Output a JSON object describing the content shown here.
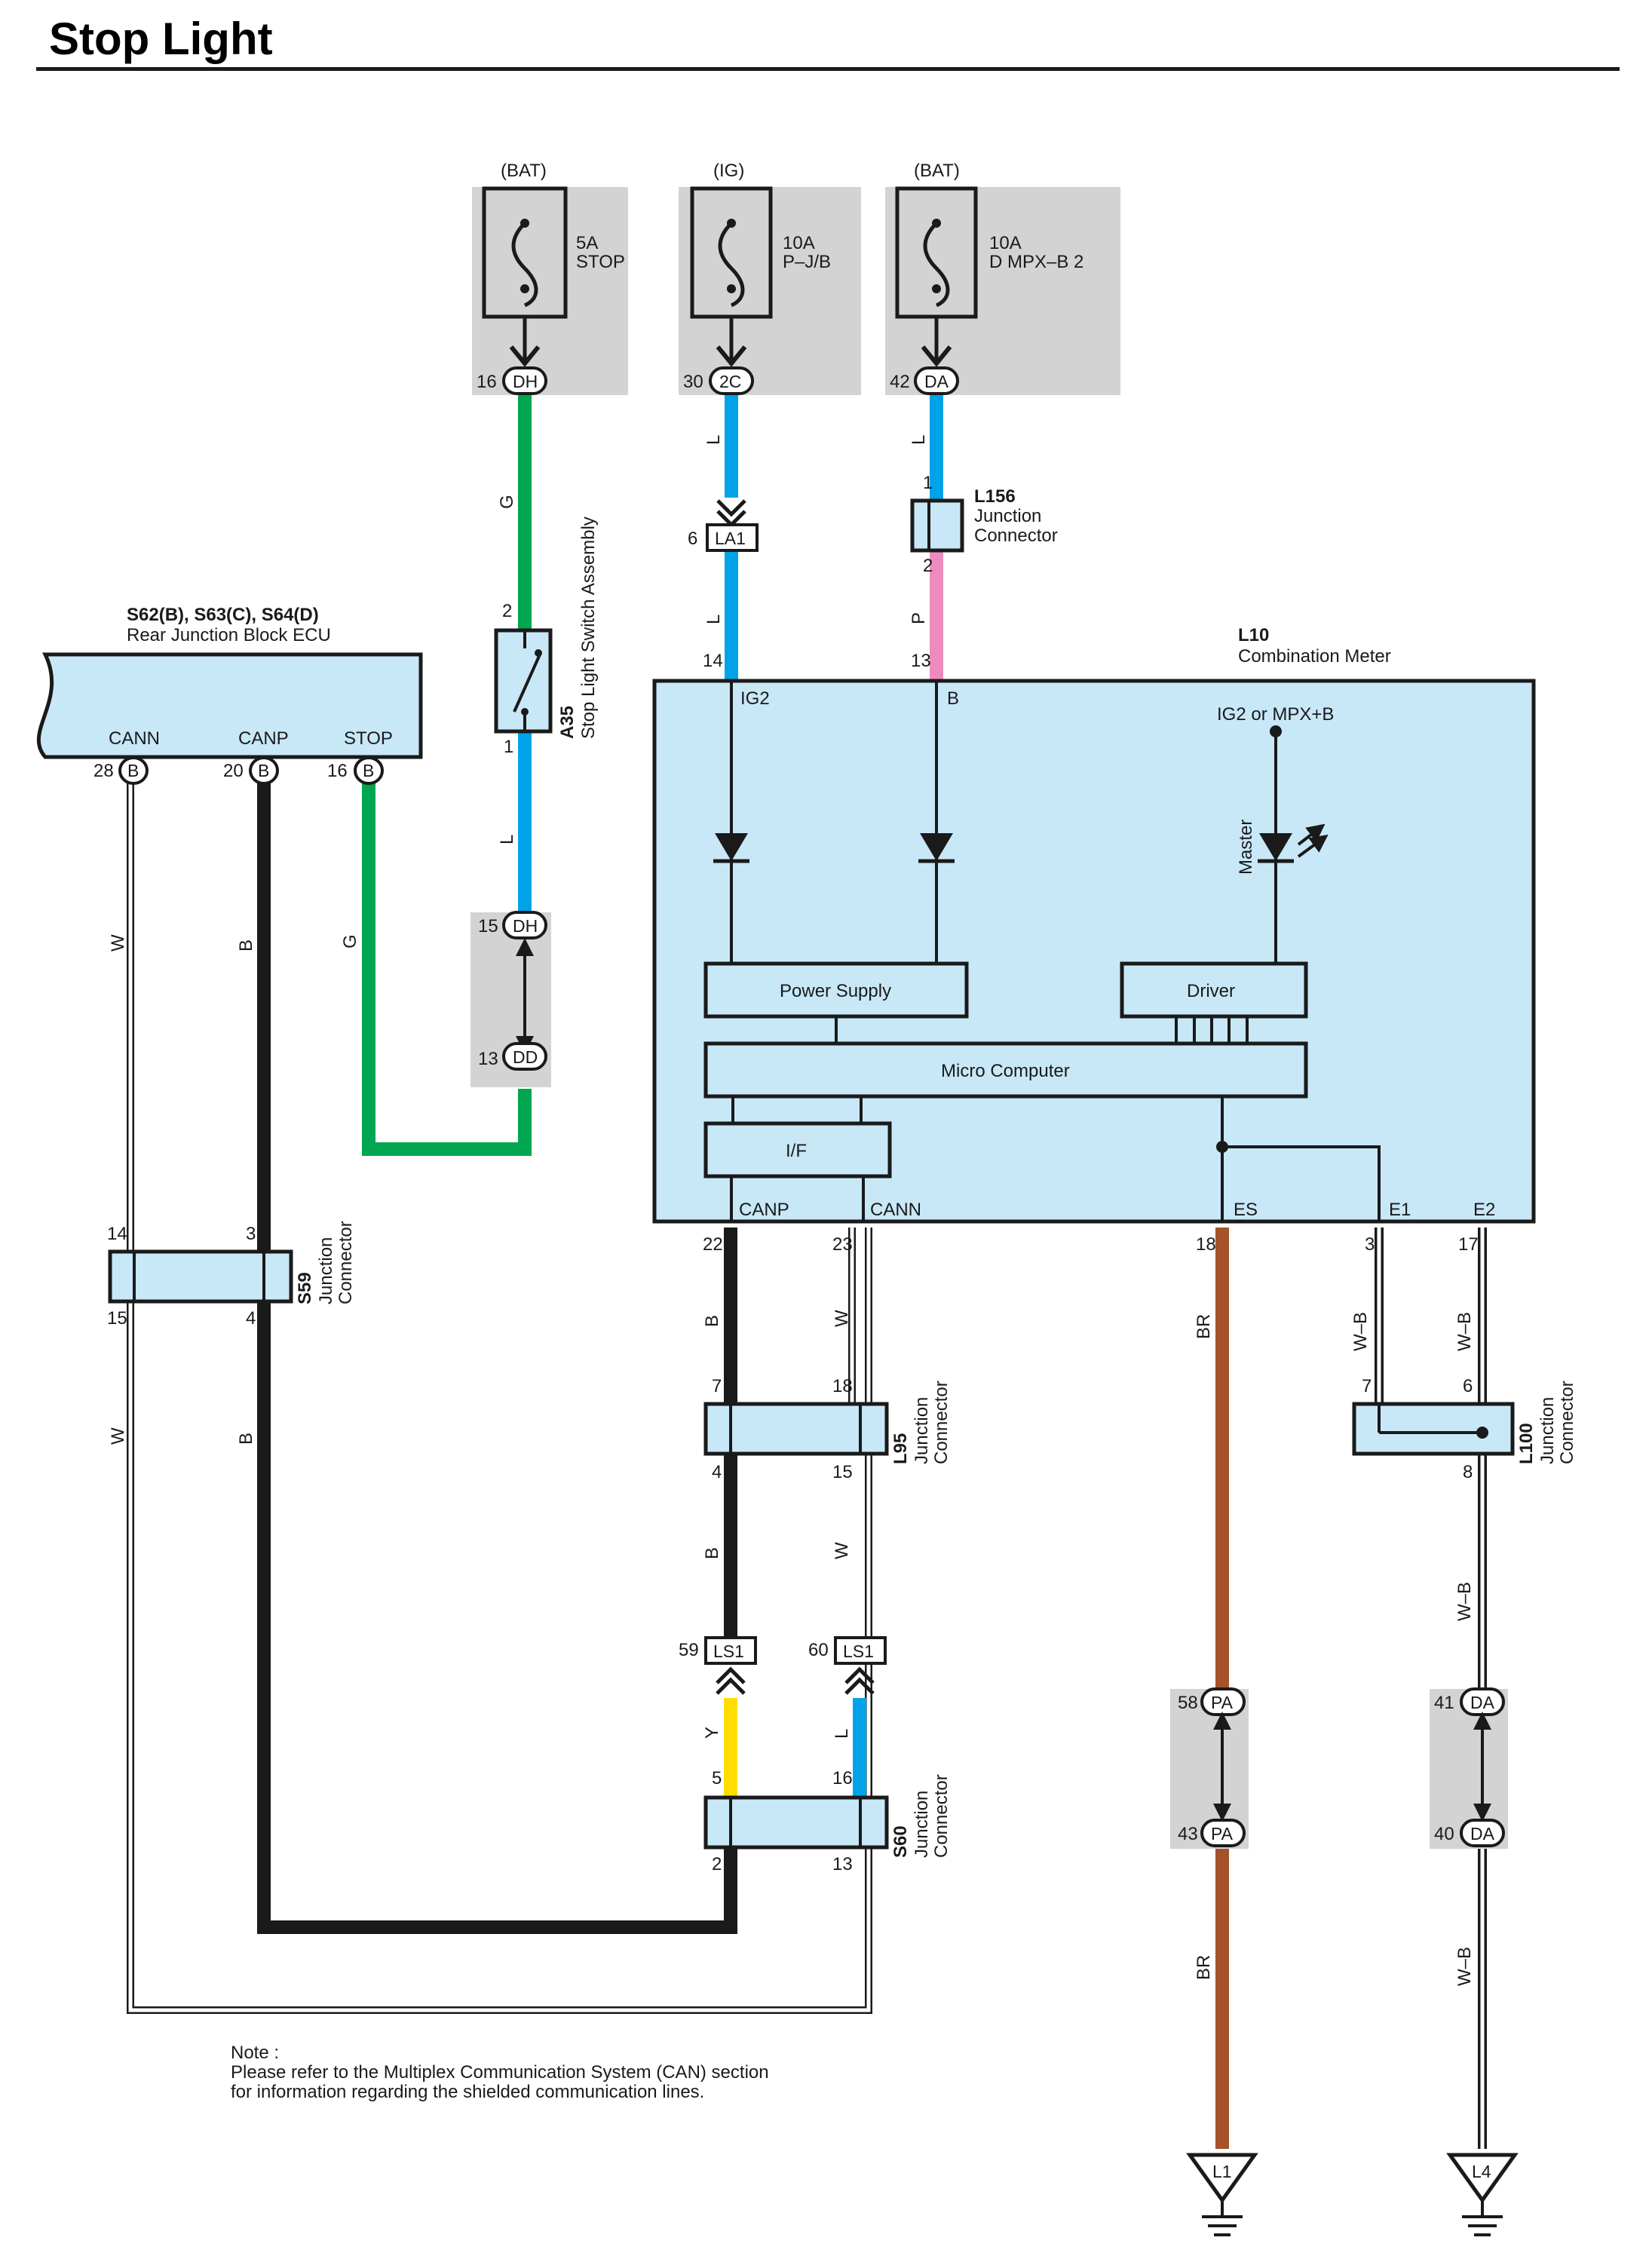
{
  "page": {
    "title": "Stop Light"
  },
  "colors": {
    "green": "#00A650",
    "blue": "#00A3E8",
    "pink": "#EE8BBE",
    "black": "#1a1a1a",
    "brown": "#A5522A",
    "yellow": "#FFDD00",
    "box_fill": "#C8E8F8",
    "shade": "#D3D3D3"
  },
  "fuses": [
    {
      "source": "(BAT)",
      "rating": "5A",
      "name": "STOP",
      "pin": "16",
      "conn": "DH"
    },
    {
      "source": "(IG)",
      "rating": "10A",
      "name": "P–J/B",
      "pin": "30",
      "conn": "2C"
    },
    {
      "source": "(BAT)",
      "rating": "10A",
      "name": "D MPX–B 2",
      "pin": "42",
      "conn": "DA"
    }
  ],
  "rear_ecu": {
    "title": "S62(B), S63(C), S64(D)",
    "subtitle": "Rear Junction Block ECU",
    "terms": [
      {
        "label": "CANN",
        "pin": "28",
        "conn": "B"
      },
      {
        "label": "CANP",
        "pin": "20",
        "conn": "B"
      },
      {
        "label": "STOP",
        "pin": "16",
        "conn": "B"
      }
    ]
  },
  "stop_switch": {
    "code": "A35",
    "name": "Stop Light Switch Assembly",
    "pin_top": "2",
    "pin_bot": "1"
  },
  "dh_dd": {
    "top_pin": "15",
    "top_conn": "DH",
    "bot_pin": "13",
    "bot_conn": "DD"
  },
  "la1": {
    "pin": "6",
    "conn": "LA1"
  },
  "l156": {
    "code": "L156",
    "name1": "Junction",
    "name2": "Connector",
    "pin_top": "1",
    "pin_bot": "2"
  },
  "meter": {
    "code": "L10",
    "name": "Combination Meter",
    "pin_ig2": "14",
    "pin_b": "13",
    "ig2": "IG2",
    "b": "B",
    "mpx": "IG2 or MPX+B",
    "master": "Master",
    "power_supply": "Power Supply",
    "driver": "Driver",
    "micro": "Micro Computer",
    "if": "I/F",
    "canp": "CANP",
    "cann": "CANN",
    "es": "ES",
    "e1": "E1",
    "e2": "E2",
    "pin_canp": "22",
    "pin_cann": "23",
    "pin_es": "18",
    "pin_e1": "3",
    "pin_e2": "17"
  },
  "s59": {
    "code": "S59",
    "name1": "Junction",
    "name2": "Connector",
    "p14": "14",
    "p3": "3",
    "p15": "15",
    "p4": "4"
  },
  "l95": {
    "code": "L95",
    "name1": "Junction",
    "name2": "Connector",
    "p7": "7",
    "p18": "18",
    "p4": "4",
    "p15": "15"
  },
  "l100": {
    "code": "L100",
    "name1": "Junction",
    "name2": "Connector",
    "p7": "7",
    "p6": "6",
    "p8": "8"
  },
  "ls1": [
    {
      "pin": "59",
      "conn": "LS1"
    },
    {
      "pin": "60",
      "conn": "LS1"
    }
  ],
  "s60": {
    "code": "S60",
    "name1": "Junction",
    "name2": "Connector",
    "p5": "5",
    "p16": "16",
    "p2": "2",
    "p13": "13"
  },
  "pa": {
    "top_pin": "58",
    "top_conn": "PA",
    "bot_pin": "43",
    "bot_conn": "PA"
  },
  "da": {
    "top_pin": "41",
    "top_conn": "DA",
    "bot_pin": "40",
    "bot_conn": "DA"
  },
  "grounds": [
    "L1",
    "L4"
  ],
  "wire_labels": {
    "g": "G",
    "l": "L",
    "p": "P",
    "w": "W",
    "b": "B",
    "y": "Y",
    "br": "BR",
    "wb": "W–B"
  },
  "note": {
    "line1": "Note :",
    "line2": "Please refer to the Multiplex Communication System (CAN) section",
    "line3": "for information regarding the shielded communication lines."
  }
}
